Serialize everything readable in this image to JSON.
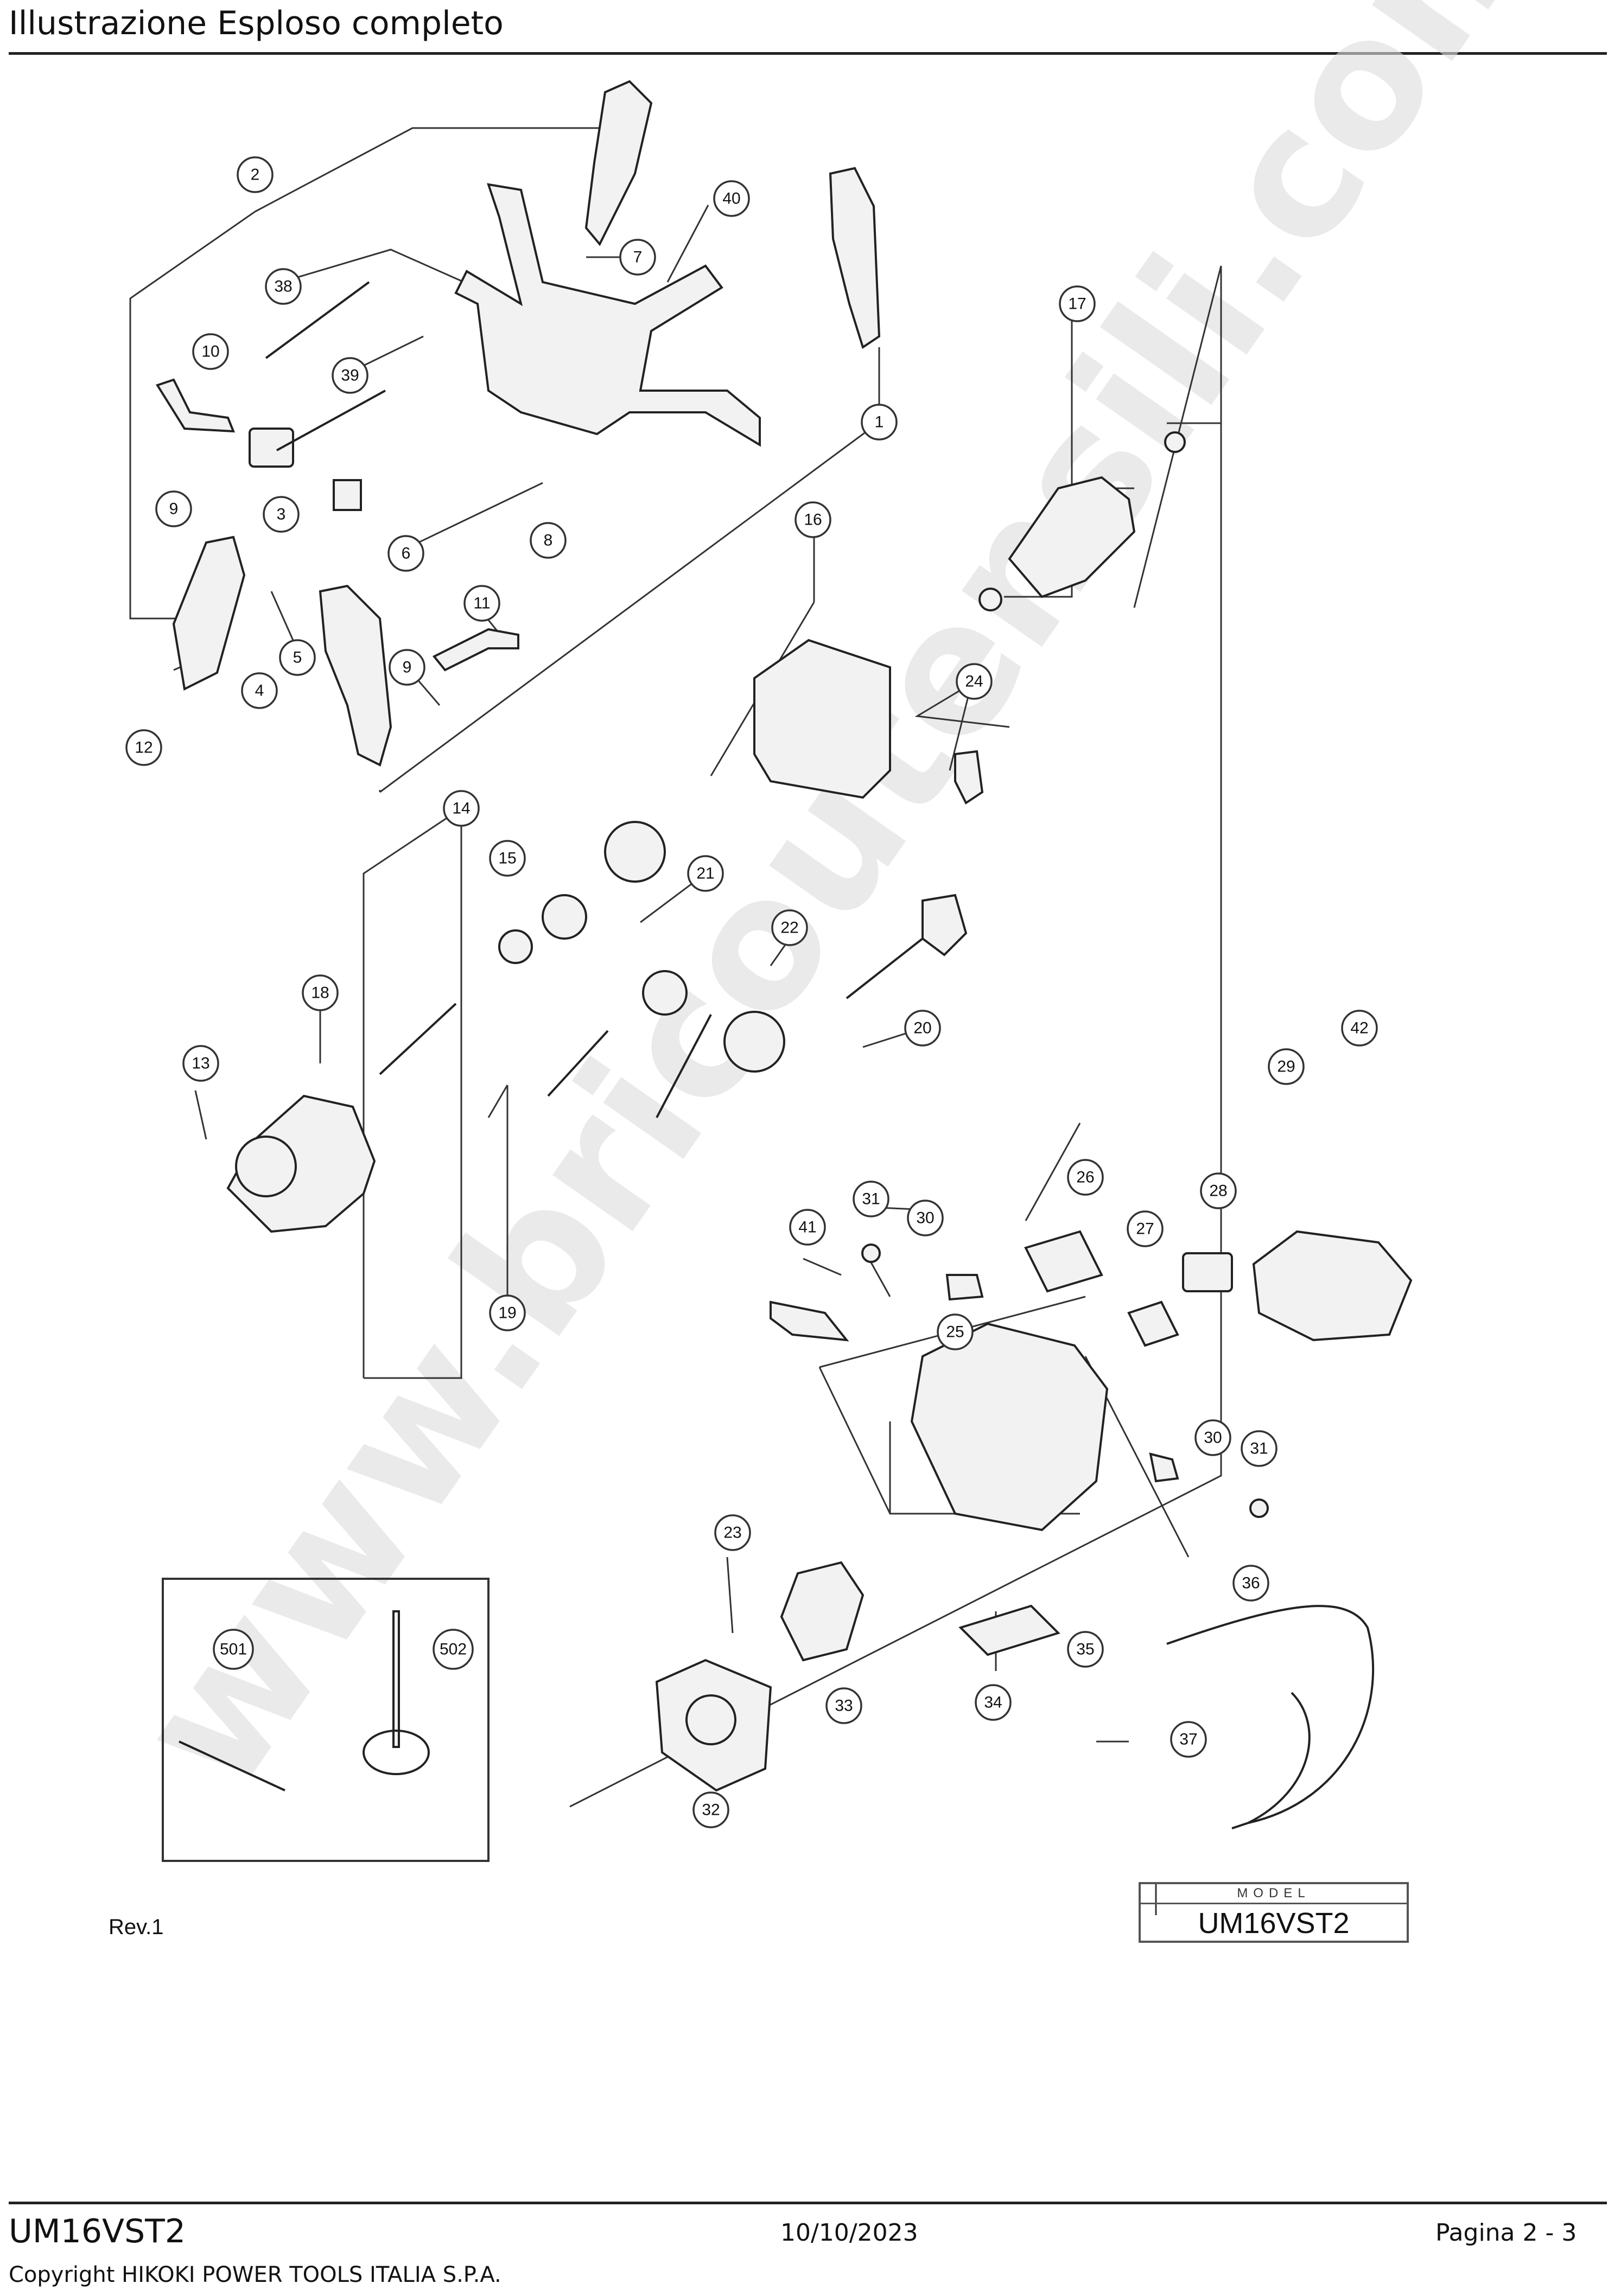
{
  "header": {
    "title": "Illustrazione  Esploso completo"
  },
  "watermark": "www.bricoutensili.com",
  "revision": "Rev.1",
  "model_box": {
    "label": "MODEL",
    "value": "UM16VST2"
  },
  "footer": {
    "model": "UM16VST2",
    "date": "10/10/2023",
    "page": "Pagina 2 - 3",
    "copyright": "Copyright HIKOKI POWER TOOLS ITALIA S.P.A."
  },
  "callouts": [
    "1",
    "2",
    "3",
    "4",
    "5",
    "6",
    "7",
    "8",
    "9",
    "9",
    "10",
    "11",
    "12",
    "13",
    "14",
    "15",
    "16",
    "17",
    "18",
    "19",
    "20",
    "21",
    "22",
    "23",
    "24",
    "25",
    "26",
    "27",
    "28",
    "29",
    "30",
    "30",
    "31",
    "31",
    "32",
    "33",
    "34",
    "35",
    "36",
    "37",
    "38",
    "39",
    "40",
    "41",
    "42",
    "501",
    "502"
  ]
}
